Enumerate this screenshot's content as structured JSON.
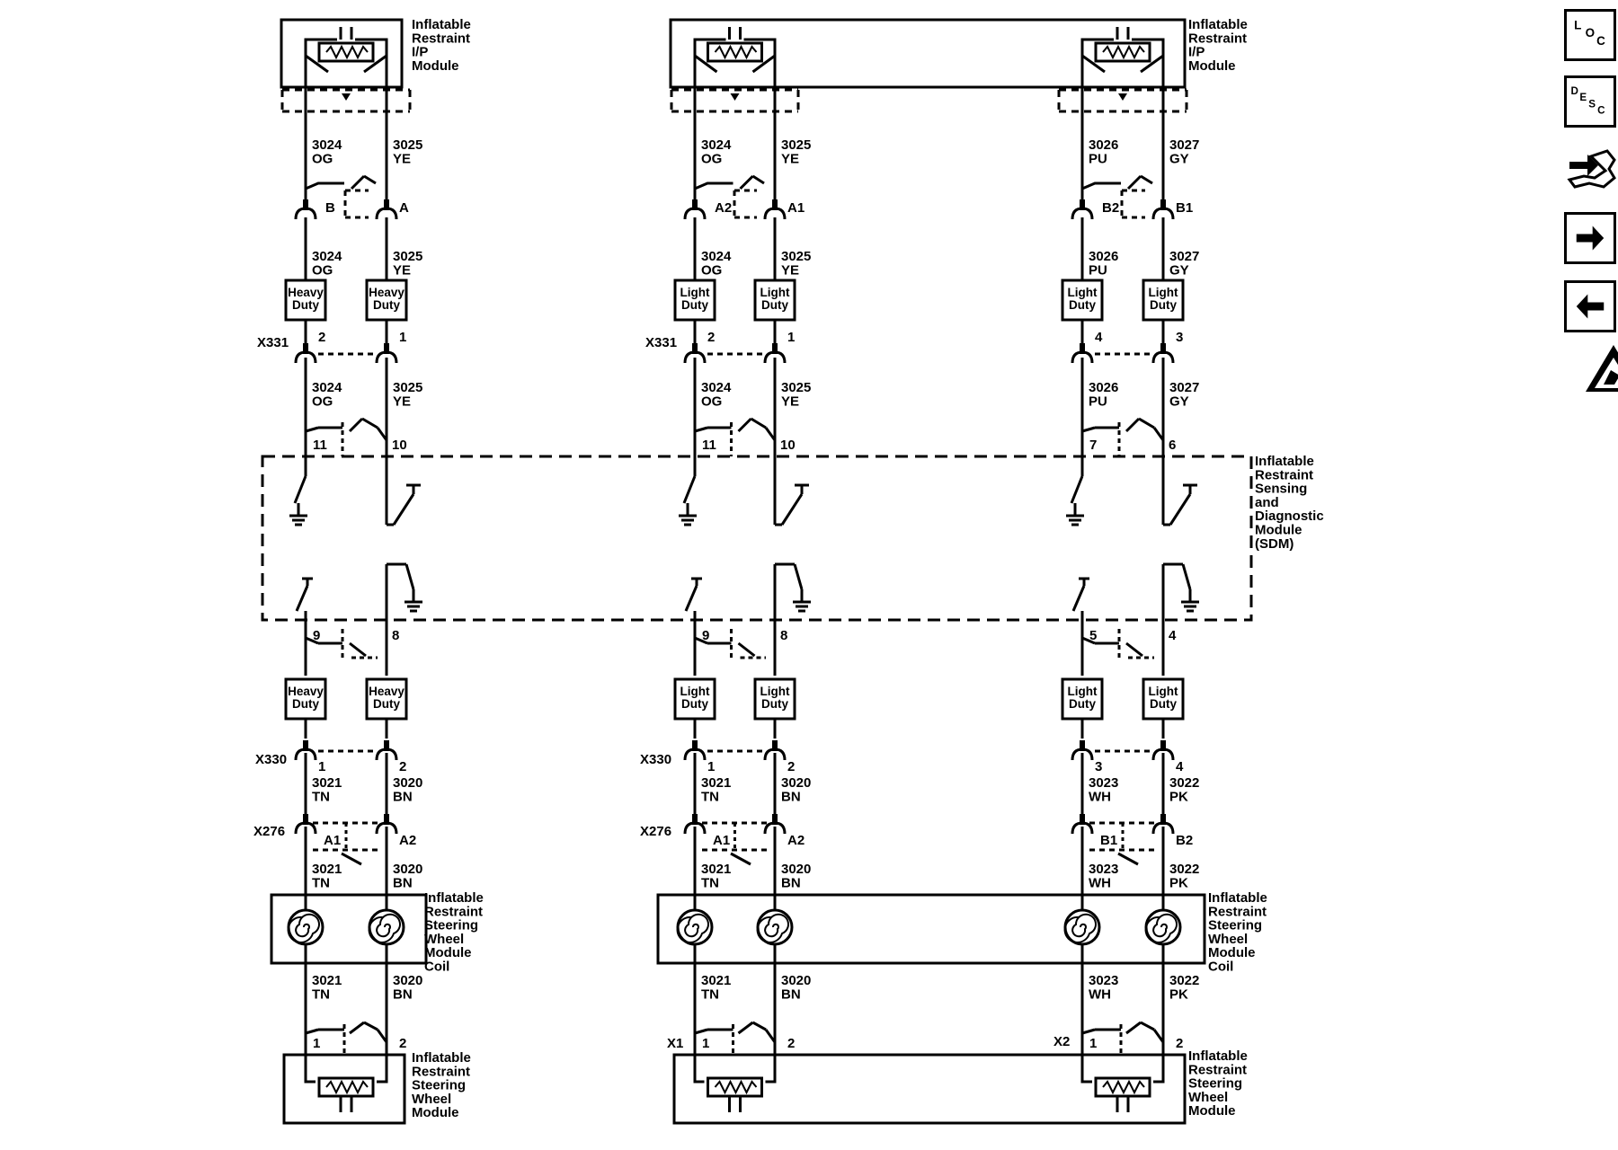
{
  "modules": {
    "ip_module": "Inflatable\nRestraint\nI/P\nModule",
    "sdm": "Inflatable\nRestraint\nSensing\nand\nDiagnostic\nModule\n(SDM)",
    "coil": "Inflatable\nRestraint\nSteering\nWheel\nModule\nCoil",
    "sw_module": "Inflatable\nRestraint\nSteering\nWheel\nModule"
  },
  "connectors": {
    "x331": "X331",
    "x330": "X330",
    "x276": "X276",
    "x1": "X1",
    "x2": "X2"
  },
  "groups": [
    {
      "id": "left",
      "top_wires": [
        [
          "3024",
          "OG"
        ],
        [
          "3025",
          "YE"
        ]
      ],
      "ip_pins": [
        "B",
        "A"
      ],
      "duty_top": "Heavy\nDuty",
      "x331_pins": [
        "2",
        "1"
      ],
      "sdm_top_pins": [
        "11",
        "10"
      ],
      "sdm_bottom_pins": [
        "9",
        "8"
      ],
      "duty_bottom": "Heavy\nDuty",
      "x330_pins": [
        "1",
        "2"
      ],
      "bottom_wires": [
        [
          "3021",
          "TN"
        ],
        [
          "3020",
          "BN"
        ]
      ],
      "x276_pins": [
        "A1",
        "A2"
      ],
      "sw_pins": [
        "1",
        "2"
      ]
    },
    {
      "id": "middle",
      "top_wires": [
        [
          "3024",
          "OG"
        ],
        [
          "3025",
          "YE"
        ]
      ],
      "ip_pins": [
        "A2",
        "A1"
      ],
      "duty_top": "Light\nDuty",
      "x331_pins": [
        "2",
        "1"
      ],
      "sdm_top_pins": [
        "11",
        "10"
      ],
      "sdm_bottom_pins": [
        "9",
        "8"
      ],
      "duty_bottom": "Light\nDuty",
      "x330_pins": [
        "1",
        "2"
      ],
      "bottom_wires": [
        [
          "3021",
          "TN"
        ],
        [
          "3020",
          "BN"
        ]
      ],
      "x276_pins": [
        "A1",
        "A2"
      ],
      "sw_pins": [
        "1",
        "2"
      ]
    },
    {
      "id": "right",
      "top_wires": [
        [
          "3026",
          "PU"
        ],
        [
          "3027",
          "GY"
        ]
      ],
      "ip_pins": [
        "B2",
        "B1"
      ],
      "duty_top": "Light\nDuty",
      "x331_pins": [
        "4",
        "3"
      ],
      "sdm_top_pins": [
        "7",
        "6"
      ],
      "sdm_bottom_pins": [
        "5",
        "4"
      ],
      "duty_bottom": "Light\nDuty",
      "x330_pins": [
        "3",
        "4"
      ],
      "bottom_wires": [
        [
          "3023",
          "WH"
        ],
        [
          "3022",
          "PK"
        ]
      ],
      "x276_pins": [
        "B1",
        "B2"
      ],
      "sw_pins": [
        "1",
        "2"
      ]
    }
  ],
  "nav": {
    "loc": [
      "L",
      "O",
      "C"
    ],
    "desc": [
      "D",
      "E",
      "S",
      "C"
    ]
  }
}
